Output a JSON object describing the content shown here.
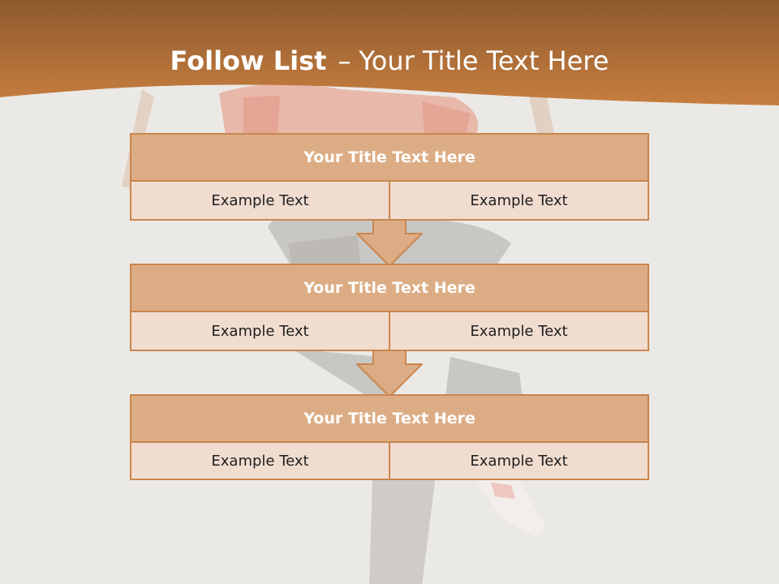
{
  "title": {
    "bold": "Follow List",
    "separator": "–",
    "rest": "Your Title Text Here"
  },
  "steps": [
    {
      "title": "Your Title Text Here",
      "left": "Example Text",
      "right": "Example Text"
    },
    {
      "title": "Your Title Text Here",
      "left": "Example Text",
      "right": "Example Text"
    },
    {
      "title": "Your Title Text Here",
      "left": "Example Text",
      "right": "Example Text"
    }
  ],
  "colors": {
    "header_band": "#b8702f",
    "box_head": "#dcad85",
    "box_body": "#f1ddd0",
    "border": "#c9864f",
    "arrow_fill": "#dcad85"
  }
}
